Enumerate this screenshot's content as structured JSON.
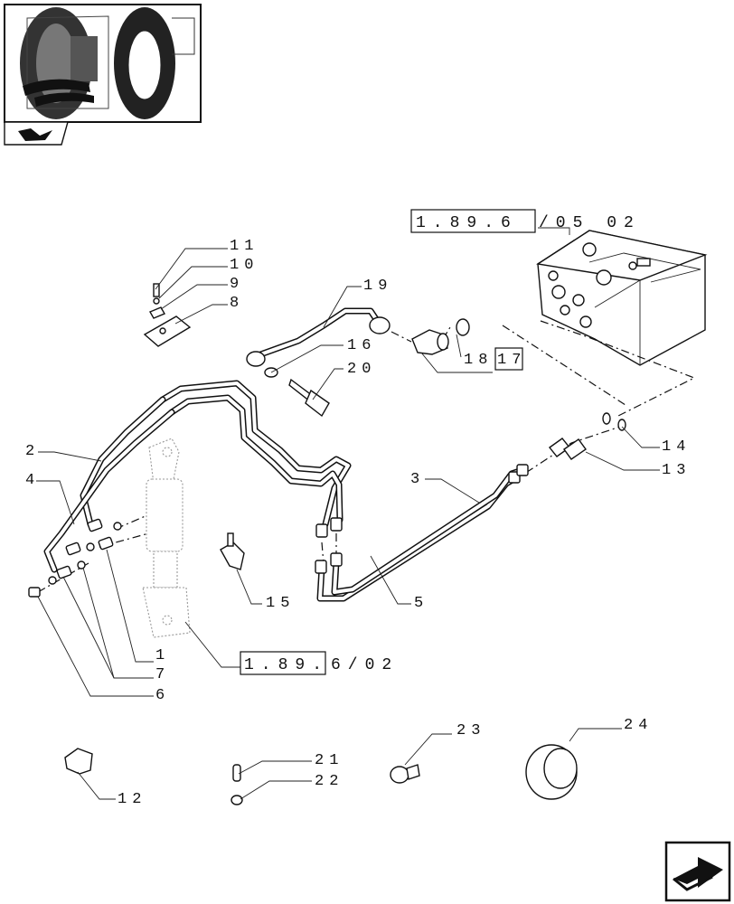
{
  "diagram": {
    "part_labels": {
      "p1": "1",
      "p2": "2",
      "p3": "3",
      "p4": "4",
      "p5": "5",
      "p6": "6",
      "p7": "7",
      "p8": "8",
      "p9": "9",
      "p10": "10",
      "p11": "11",
      "p12": "12",
      "p13": "13",
      "p14": "14",
      "p15": "15",
      "p16": "16",
      "p17": "17",
      "p18": "18",
      "p19": "19",
      "p20": "20",
      "p21": "21",
      "p22": "22",
      "p23": "23",
      "p24": "24"
    },
    "references": {
      "valve_ref_boxed": "1.89.6",
      "valve_ref_suffix": "/05 02",
      "cylinder_ref_boxed": "1.89.",
      "cylinder_ref_suffix": "6/02",
      "ref_18_box": "18",
      "ref_17_box": "17"
    }
  },
  "icons": {
    "thumbnail": "tractor-rear-thumbnail",
    "book": "book-icon",
    "next": "next-page-arrow-icon"
  }
}
